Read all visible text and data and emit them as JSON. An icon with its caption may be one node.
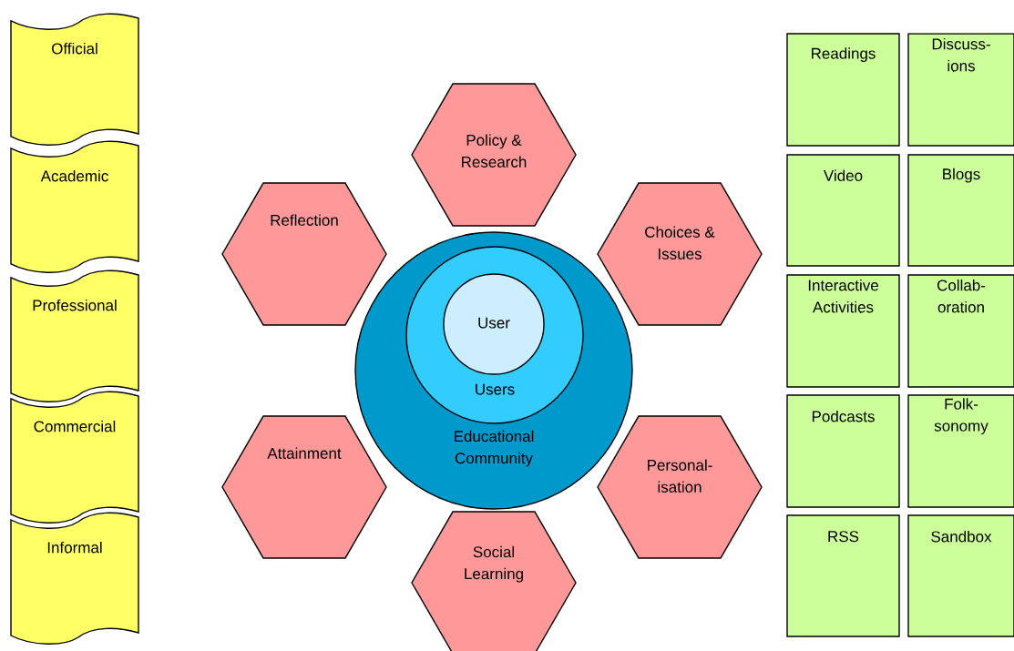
{
  "diagram": {
    "nodes": [
      {
        "text": [
          "Official"
        ]
      },
      {
        "text": [
          "Academic"
        ]
      },
      {
        "text": [
          "Professional"
        ]
      },
      {
        "text": [
          "Commercial"
        ]
      },
      {
        "text": [
          "Informal"
        ]
      },
      {
        "text": [
          "Policy & Research"
        ]
      },
      {
        "text": [
          "Reflection"
        ]
      },
      {
        "text": [
          "Choices & Issues"
        ]
      },
      {
        "text": [
          "Educational Community"
        ]
      },
      {
        "text": [
          "Users"
        ],
        "in": 8
      },
      {
        "text": [
          "User"
        ],
        "in": 9
      },
      {
        "text": [
          "Attainment"
        ]
      },
      {
        "text": [
          "Personal-isation"
        ]
      },
      {
        "text": [
          "Social Learning"
        ]
      },
      {
        "text": [
          "Readings"
        ]
      },
      {
        "text": [
          "Discuss-ions"
        ]
      },
      {
        "text": [
          "Video"
        ]
      },
      {
        "text": [
          "Blogs"
        ]
      },
      {
        "text": [
          "Interactive Activities"
        ]
      },
      {
        "text": [
          "Collab-oration"
        ]
      },
      {
        "text": [
          "Podcasts"
        ]
      },
      {
        "text": [
          "Folk-sonomy"
        ]
      },
      {
        "text": [
          "RSS"
        ]
      },
      {
        "text": [
          "Sandbox"
        ]
      }
    ]
  }
}
